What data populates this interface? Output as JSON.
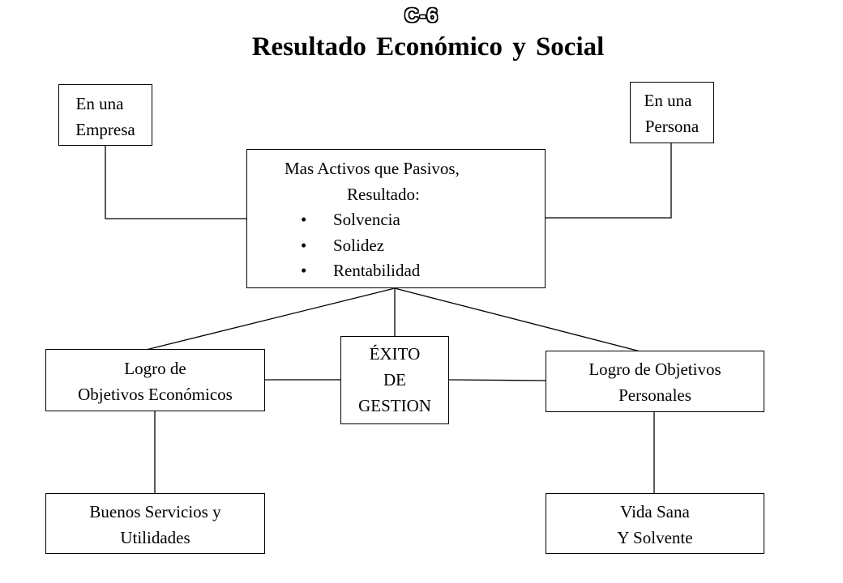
{
  "header": {
    "code": "C-6",
    "title": "Resultado Económico y Social"
  },
  "boxes": {
    "empresa": {
      "line1": "En una",
      "line2": "Empresa"
    },
    "persona": {
      "line1": "En una",
      "line2": "Persona"
    },
    "center": {
      "line1": "Mas Activos que Pasivos,",
      "line2": "Resultado:",
      "bullets": [
        "Solvencia",
        "Solidez",
        "Rentabilidad"
      ]
    },
    "logro_economicos": {
      "line1": "Logro de",
      "line2": "Objetivos Económicos"
    },
    "exito": {
      "line1": "ÉXITO",
      "line2": "DE",
      "line3": "GESTION"
    },
    "logro_personales": {
      "line1": "Logro de Objetivos",
      "line2": "Personales"
    },
    "servicios": {
      "line1": "Buenos Servicios y",
      "line2": "Utilidades"
    },
    "vida": {
      "line1": "Vida Sana",
      "line2": "Y Solvente"
    }
  }
}
